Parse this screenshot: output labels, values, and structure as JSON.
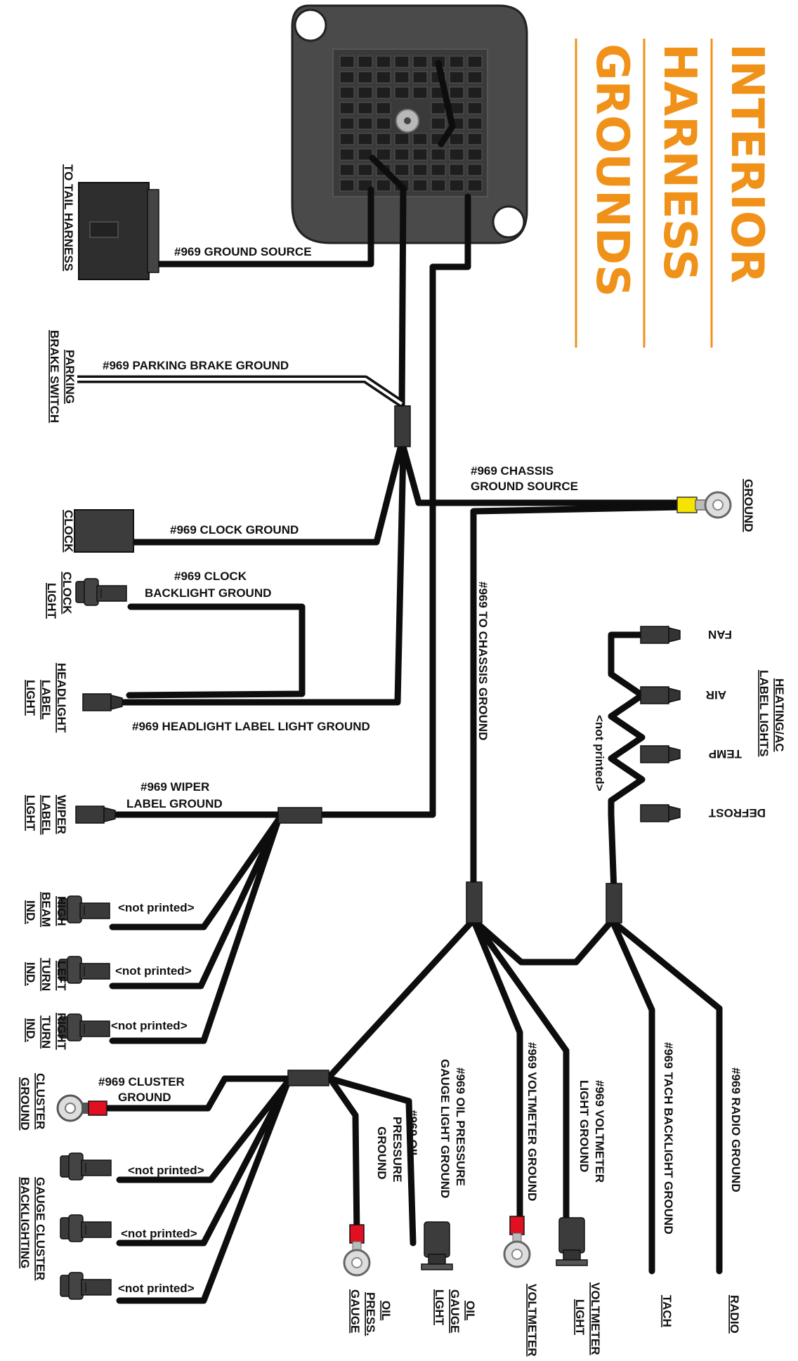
{
  "title": {
    "line1": "INTERIOR",
    "line2": "HARNESS",
    "line3": "GROUNDS"
  },
  "colors": {
    "title": "#f0921a",
    "wire": "#0d0d0d",
    "connector": "#3a3a3a",
    "yellow_sleeve": "#f5e400",
    "red_sleeve": "#e01020",
    "eyelet": "#c8c8c8"
  },
  "wire_labels": {
    "ground_source": "#969 GROUND SOURCE",
    "parking_brake_ground": "#969 PARKING BRAKE GROUND",
    "chassis_source_1": "#969 CHASSIS",
    "chassis_source_2": "GROUND SOURCE",
    "clock_ground": "#969 CLOCK GROUND",
    "clock_backlight_1": "#969 CLOCK",
    "clock_backlight_2": "BACKLIGHT GROUND",
    "headlight_label": "#969 HEADLIGHT LABEL LIGHT GROUND",
    "to_chassis": "#969 TO CHASSIS GROUND",
    "wiper_1": "#969 WIPER",
    "wiper_2": "LABEL GROUND",
    "high_beam": "<not printed>",
    "left_turn": "<not printed>",
    "right_turn": "<not printed>",
    "heating_ac": "<not printed>",
    "cluster_1": "#969 CLUSTER",
    "cluster_2": "GROUND",
    "gauge_bl_1": "<not printed>",
    "gauge_bl_2": "<not printed>",
    "gauge_bl_3": "<not printed>",
    "oil_press_1": "#969 OIL",
    "oil_press_2": "PRESSURE",
    "oil_press_3": "GROUND",
    "oil_light_1": "#969 OIL PRESSURE",
    "oil_light_2": "GAUGE LIGHT GROUND",
    "voltmeter_ground": "#969 VOLTMETER GROUND",
    "voltmeter_light_1": "#969 VOLTMETER",
    "voltmeter_light_2": "LIGHT GROUND",
    "tach": "#969 TACH BACKLIGHT GROUND",
    "radio": "#969 RADIO GROUND"
  },
  "component_labels": {
    "tail_harness": "TO TAIL HARNESS",
    "parking_1": "PARKING",
    "parking_2": "BRAKE SWITCH",
    "ground": "GROUND",
    "clock": "CLOCK",
    "clock_light_1": "CLOCK",
    "clock_light_2": "LIGHT",
    "headlight_1": "HEADLIGHT",
    "headlight_2": "LABEL",
    "headlight_3": "LIGHT",
    "wiper_1": "WIPER",
    "wiper_2": "LABEL",
    "wiper_3": "LIGHT",
    "high_1": "HIGH",
    "high_2": "BEAM",
    "high_3": "IND.",
    "left_1": "LEFT",
    "left_2": "TURN",
    "left_3": "IND.",
    "right_1": "RIGHT",
    "right_2": "TURN",
    "right_3": "IND.",
    "cluster_1": "CLUSTER",
    "cluster_2": "GROUND",
    "gauge_1": "GAUGE CLUSTER",
    "gauge_2": "BACKLIGHTING",
    "oil_press_1": "OIL",
    "oil_press_2": "PRESS.",
    "oil_press_3": "GAUGE",
    "oil_light_1": "OIL",
    "oil_light_2": "GAUGE",
    "oil_light_3": "LIGHT",
    "voltmeter": "VOLTMETER",
    "voltmeter_light_1": "VOLTMETER",
    "voltmeter_light_2": "LIGHT",
    "tach": "TACH",
    "radio": "RADIO",
    "heating_1": "HEATING/AC",
    "heating_2": "LABEL LIGHTS",
    "fan": "FAN",
    "air": "AIR",
    "temp": "TEMP",
    "defrost": "DEFROST"
  }
}
